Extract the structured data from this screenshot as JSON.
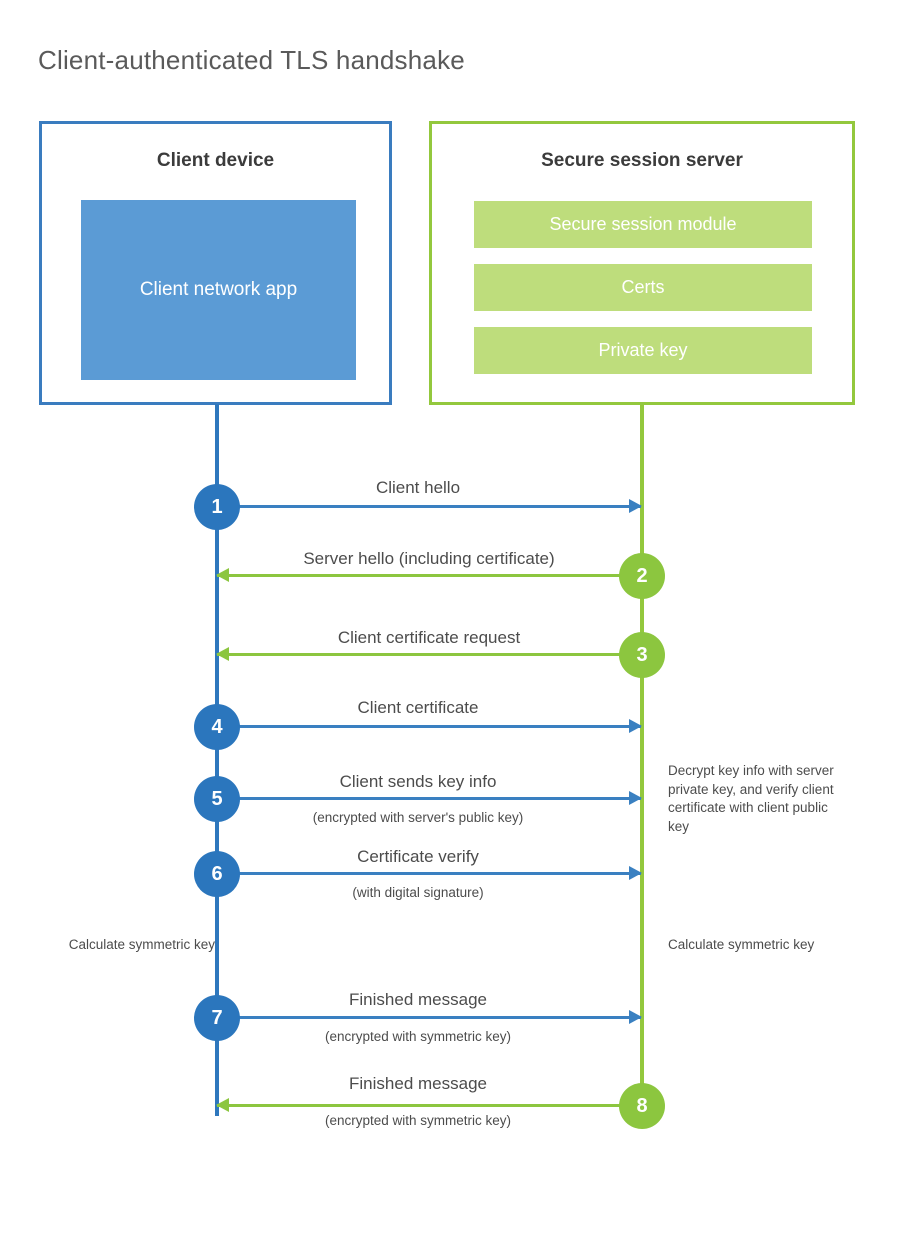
{
  "page": {
    "title": "Client-authenticated TLS handshake",
    "background": "#ffffff"
  },
  "colors": {
    "client_blue": "#3a7cbf",
    "client_app_fill": "#5b9bd5",
    "server_green": "#93c83d",
    "server_module_fill": "#bedd7c",
    "step_blue": "#2b76bd",
    "step_green": "#8cc63f",
    "text": "#4c4c4c"
  },
  "client": {
    "title": "Client device",
    "app_label": "Client network app"
  },
  "server": {
    "title": "Secure session server",
    "modules": [
      {
        "label": "Secure session module"
      },
      {
        "label": "Certs"
      },
      {
        "label": "Private key"
      }
    ]
  },
  "steps": [
    {
      "number": "1",
      "direction": "to-server",
      "color": "blue",
      "label": "Client hello",
      "sub": ""
    },
    {
      "number": "2",
      "direction": "to-client",
      "color": "green",
      "label": "Server hello (including certificate)",
      "sub": ""
    },
    {
      "number": "3",
      "direction": "to-client",
      "color": "green",
      "label": "Client certificate request",
      "sub": ""
    },
    {
      "number": "4",
      "direction": "to-server",
      "color": "blue",
      "label": "Client certificate",
      "sub": ""
    },
    {
      "number": "5",
      "direction": "to-server",
      "color": "blue",
      "label": "Client sends key info",
      "sub": "(encrypted with server's public key)"
    },
    {
      "number": "6",
      "direction": "to-server",
      "color": "blue",
      "label": "Certificate verify",
      "sub": "(with digital signature)"
    },
    {
      "number": "7",
      "direction": "to-server",
      "color": "blue",
      "label": "Finished message",
      "sub": "(encrypted with symmetric key)"
    },
    {
      "number": "8",
      "direction": "to-client",
      "color": "green",
      "label": "Finished message",
      "sub": "(encrypted with symmetric key)"
    }
  ],
  "notes": {
    "server_decrypt": "Decrypt key info with server private key, and verify client certificate with client public key",
    "client_calculate": "Calculate symmetric key",
    "server_calculate": "Calculate symmetric key"
  }
}
